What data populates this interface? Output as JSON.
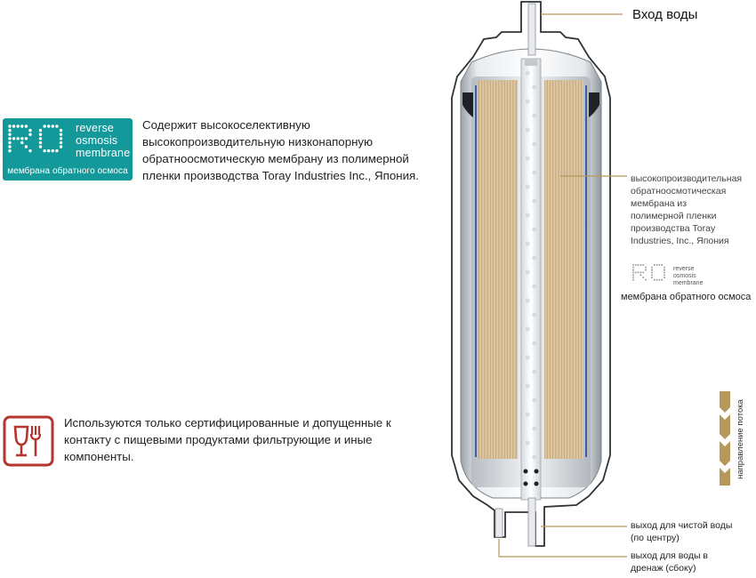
{
  "ro_badge": {
    "words": [
      "reverse",
      "osmosis",
      "membrane"
    ],
    "caption": "мембрана обратного осмоса"
  },
  "descriptions": {
    "membrane": "Содержит высокоселективную высокопроизводительную низконапорную обратноосмотическую мембрану из полимерной пленки производства Toray Industries Inc., Япония.",
    "food_safe": "Используются только сертифицированные и допущенные к контакту с пищевыми продуктами фильтрующие и иные компоненты."
  },
  "diagram_labels": {
    "water_inlet": "Вход воды",
    "membrane_label": "высокопроизводительная обратноосмотическая мембрана из полимерной пленки производства Toray Industries, Inc., Япония",
    "mini_caption": "мембрана обратного осмоса",
    "clean_outlet": [
      "выход для чистой воды",
      "(по центру)"
    ],
    "drain_outlet": [
      "выход для воды в",
      "дренаж (сбоку)"
    ],
    "flow_direction": "направление потока"
  },
  "colors": {
    "teal": "#14999b",
    "red": "#b5362f",
    "gold": "#b5985a",
    "membrane": "#d8c4a0",
    "steel": "#c7ccd2"
  },
  "icons": [
    "ro-logo-icon",
    "food-safe-icon",
    "flow-arrows-icon"
  ]
}
